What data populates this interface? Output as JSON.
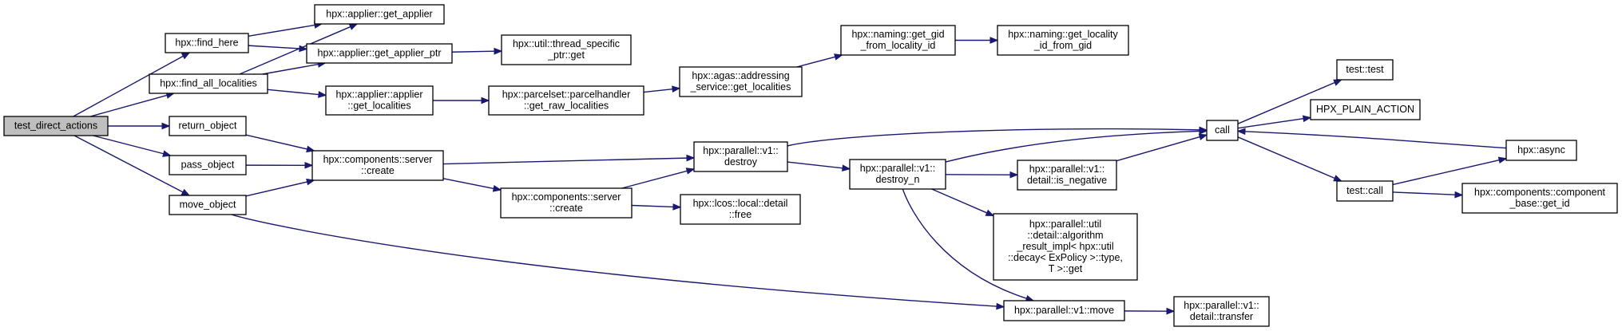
{
  "graph": {
    "nodes": [
      {
        "id": "test_direct_actions",
        "lines": [
          "test_direct_actions"
        ],
        "root": true
      },
      {
        "id": "find_here",
        "lines": [
          "hpx::find_here"
        ]
      },
      {
        "id": "find_all_localities",
        "lines": [
          "hpx::find_all_localities"
        ]
      },
      {
        "id": "return_object",
        "lines": [
          "return_object"
        ]
      },
      {
        "id": "pass_object",
        "lines": [
          "pass_object"
        ]
      },
      {
        "id": "move_object",
        "lines": [
          "move_object"
        ]
      },
      {
        "id": "get_applier",
        "lines": [
          "hpx::applier::get_applier"
        ]
      },
      {
        "id": "get_applier_ptr",
        "lines": [
          "hpx::applier::get_applier_ptr"
        ]
      },
      {
        "id": "applier_get_localities",
        "lines": [
          "hpx::applier::applier",
          "::get_localities"
        ]
      },
      {
        "id": "server_create_1",
        "lines": [
          "hpx::components::server",
          "::create"
        ]
      },
      {
        "id": "thread_specific_get",
        "lines": [
          "hpx::util::thread_specific",
          "_ptr::get"
        ]
      },
      {
        "id": "parcelhandler_get_raw_localities",
        "lines": [
          "hpx::parcelset::parcelhandler",
          "::get_raw_localities"
        ]
      },
      {
        "id": "server_create_2",
        "lines": [
          "hpx::components::server",
          "::create"
        ]
      },
      {
        "id": "addressing_service_get_localities",
        "lines": [
          "hpx::agas::addressing",
          "_service::get_localities"
        ]
      },
      {
        "id": "destroy",
        "lines": [
          "hpx::parallel::v1::",
          "destroy"
        ]
      },
      {
        "id": "lcos_free",
        "lines": [
          "hpx::lcos::local::detail",
          "::free"
        ]
      },
      {
        "id": "get_gid_from_locality_id",
        "lines": [
          "hpx::naming::get_gid",
          "_from_locality_id"
        ]
      },
      {
        "id": "destroy_n",
        "lines": [
          "hpx::parallel::v1::",
          "destroy_n"
        ]
      },
      {
        "id": "get_locality_id_from_gid",
        "lines": [
          "hpx::naming::get_locality",
          "_id_from_gid"
        ]
      },
      {
        "id": "is_negative",
        "lines": [
          "hpx::parallel::v1::",
          "detail::is_negative"
        ]
      },
      {
        "id": "algorithm_result_impl_get",
        "lines": [
          "hpx::parallel::util",
          "::detail::algorithm",
          "_result_impl< hpx::util",
          "::decay< ExPolicy >::type,",
          " T >::get"
        ]
      },
      {
        "id": "parallel_move",
        "lines": [
          "hpx::parallel::v1::move"
        ]
      },
      {
        "id": "call",
        "lines": [
          "call"
        ]
      },
      {
        "id": "detail_transfer",
        "lines": [
          "hpx::parallel::v1::",
          "detail::transfer"
        ]
      },
      {
        "id": "test_test",
        "lines": [
          "test::test"
        ]
      },
      {
        "id": "hpx_plain_action",
        "lines": [
          "HPX_PLAIN_ACTION"
        ]
      },
      {
        "id": "test_call",
        "lines": [
          "test::call"
        ]
      },
      {
        "id": "hpx_async",
        "lines": [
          "hpx::async"
        ]
      },
      {
        "id": "component_base_get_id",
        "lines": [
          "hpx::components::component",
          "_base::get_id"
        ]
      }
    ],
    "edges": [
      [
        "test_direct_actions",
        "find_here"
      ],
      [
        "test_direct_actions",
        "find_all_localities"
      ],
      [
        "test_direct_actions",
        "return_object"
      ],
      [
        "test_direct_actions",
        "pass_object"
      ],
      [
        "test_direct_actions",
        "move_object"
      ],
      [
        "find_here",
        "get_applier"
      ],
      [
        "find_here",
        "get_applier_ptr"
      ],
      [
        "find_all_localities",
        "get_applier"
      ],
      [
        "find_all_localities",
        "get_applier_ptr"
      ],
      [
        "find_all_localities",
        "applier_get_localities"
      ],
      [
        "get_applier_ptr",
        "thread_specific_get"
      ],
      [
        "applier_get_localities",
        "parcelhandler_get_raw_localities"
      ],
      [
        "parcelhandler_get_raw_localities",
        "addressing_service_get_localities"
      ],
      [
        "addressing_service_get_localities",
        "get_gid_from_locality_id"
      ],
      [
        "get_gid_from_locality_id",
        "get_locality_id_from_gid"
      ],
      [
        "return_object",
        "server_create_1"
      ],
      [
        "pass_object",
        "server_create_1"
      ],
      [
        "move_object",
        "server_create_1"
      ],
      [
        "move_object",
        "parallel_move"
      ],
      [
        "server_create_1",
        "destroy"
      ],
      [
        "server_create_1",
        "server_create_2"
      ],
      [
        "server_create_2",
        "destroy"
      ],
      [
        "server_create_2",
        "lcos_free"
      ],
      [
        "destroy",
        "call"
      ],
      [
        "destroy",
        "destroy_n"
      ],
      [
        "destroy_n",
        "call"
      ],
      [
        "destroy_n",
        "is_negative"
      ],
      [
        "destroy_n",
        "algorithm_result_impl_get"
      ],
      [
        "destroy_n",
        "parallel_move"
      ],
      [
        "is_negative",
        "call"
      ],
      [
        "parallel_move",
        "detail_transfer"
      ],
      [
        "call",
        "test_test"
      ],
      [
        "call",
        "hpx_plain_action"
      ],
      [
        "call",
        "test_call"
      ],
      [
        "test_call",
        "hpx_async"
      ],
      [
        "test_call",
        "component_base_get_id"
      ],
      [
        "hpx_async",
        "call"
      ]
    ]
  }
}
